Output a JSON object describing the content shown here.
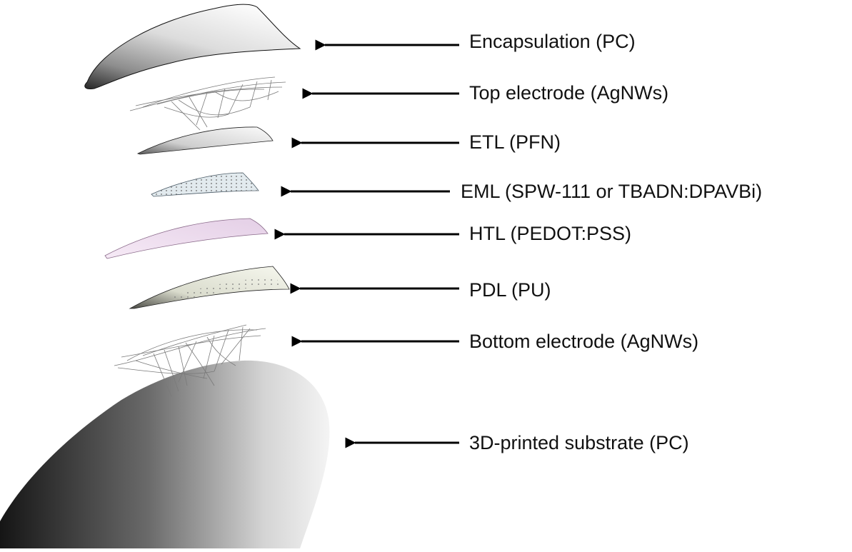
{
  "diagram": {
    "layers": [
      {
        "label": "Encapsulation (PC)",
        "icon": "curved-shell"
      },
      {
        "label": "Top electrode (AgNWs)",
        "icon": "nanowire-mesh"
      },
      {
        "label": "ETL (PFN)",
        "icon": "curved-film"
      },
      {
        "label": "EML (SPW-111 or TBADN:DPAVBi)",
        "icon": "dotted-film"
      },
      {
        "label": "HTL (PEDOT:PSS)",
        "icon": "curved-film-pink"
      },
      {
        "label": "PDL (PU)",
        "icon": "dotted-film-green"
      },
      {
        "label": "Bottom electrode (AgNWs)",
        "icon": "nanowire-mesh"
      },
      {
        "label": "3D-printed substrate (PC)",
        "icon": "fingertip-substrate"
      }
    ],
    "colors": {
      "htl_film": "#eedcee",
      "pdl_film": "#eef0e2",
      "substrate_dark": "#1a1a1a",
      "substrate_light": "#f2f2f2",
      "arrow": "#000000"
    }
  }
}
